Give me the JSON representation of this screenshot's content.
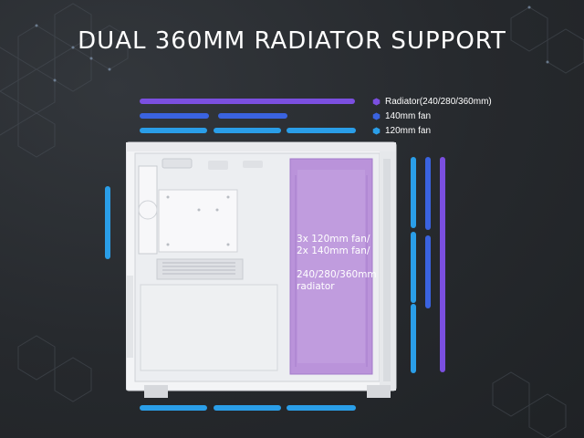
{
  "title": "DUAL 360MM RADIATOR SUPPORT",
  "legend": [
    {
      "label": "Radiator(240/280/360mm)",
      "color": "#7b4fe0",
      "icon": "hexagon-icon"
    },
    {
      "label": "140mm fan",
      "color": "#3a63e0",
      "icon": "hexagon-icon"
    },
    {
      "label": "120mm fan",
      "color": "#2a9ee8",
      "icon": "hexagon-icon"
    }
  ],
  "callout": {
    "line1": "3x 120mm fan/",
    "line2": "2x 140mm fan/",
    "line3": "240/280/360mm",
    "line4": "radiator"
  },
  "colors": {
    "radiator": "#7b4fe0",
    "fan140": "#3a63e0",
    "fan120": "#2a9ee8",
    "panel_tint": "#b58ad8"
  }
}
